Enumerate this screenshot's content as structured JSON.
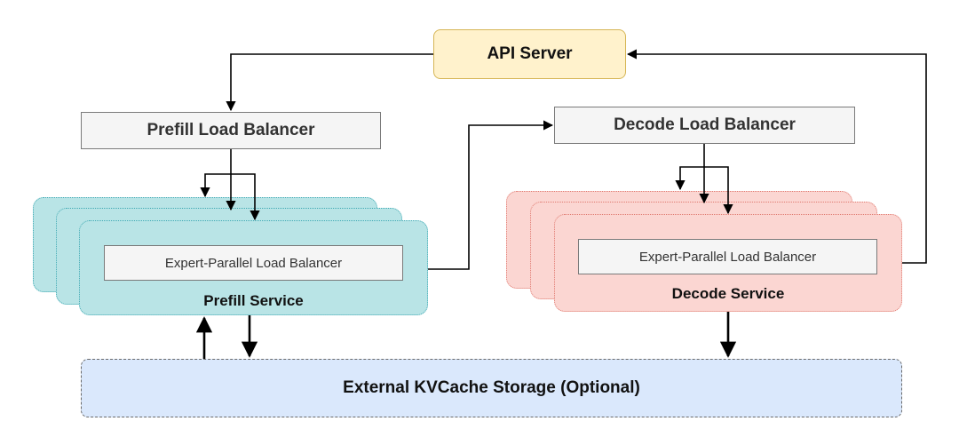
{
  "nodes": {
    "api_server": "API Server",
    "prefill_lb": "Prefill Load Balancer",
    "decode_lb": "Decode Load Balancer",
    "prefill_eplb": "Expert-Parallel Load Balancer",
    "decode_eplb": "Expert-Parallel Load Balancer",
    "prefill_service": "Prefill Service",
    "decode_service": "Decode Service",
    "kvcache": "External KVCache Storage (Optional)"
  },
  "colors": {
    "api_fill": "#fff2cc",
    "prefill_fill": "#b9e4e6",
    "decode_fill": "#fbd6d2",
    "kvcache_fill": "#dae8fc",
    "lb_fill": "#f5f5f5"
  }
}
